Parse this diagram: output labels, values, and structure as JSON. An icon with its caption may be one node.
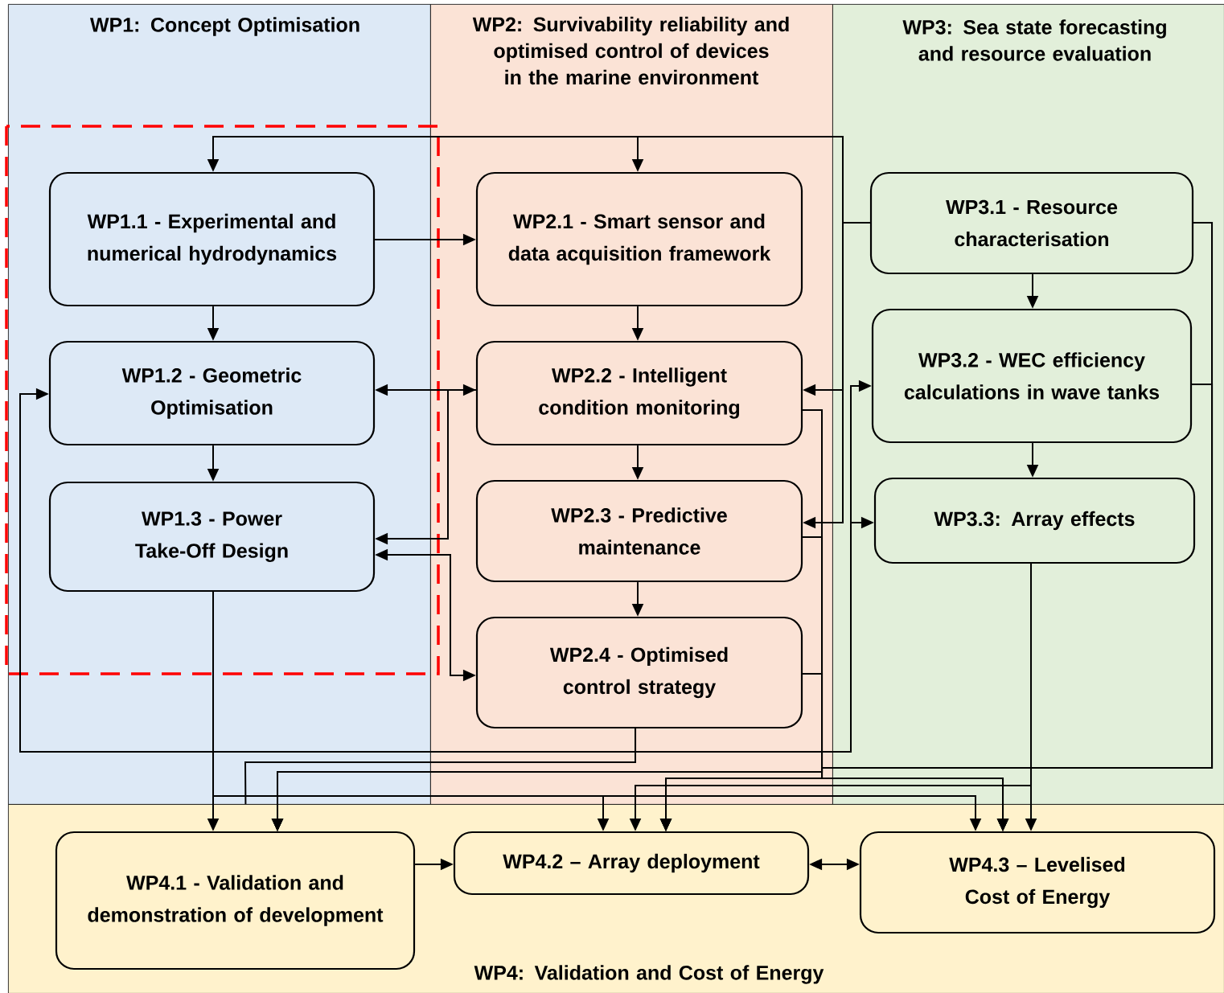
{
  "diagram": {
    "nodes": [
      {
        "text": [
          "WP1: Concept Optimisation"
        ]
      },
      {
        "text": [
          "WP2: Survivability reliability and optimised control of devices in the marine environment"
        ]
      },
      {
        "text": [
          "WP3: Sea state forecasting and resource evaluation"
        ]
      },
      {
        "text": [
          "WP4: Validation and Cost of Energy"
        ]
      },
      {
        "text": [
          "WP1.1 - Experimental and numerical hydrodynamics"
        ],
        "in": 0
      },
      {
        "text": [
          "WP1.2 - Geometric Optimisation"
        ],
        "in": 0
      },
      {
        "text": [
          "WP1.3 - Power Take-Off Design"
        ],
        "in": 0
      },
      {
        "text": [
          "WP2.1 - Smart sensor and data acquisition framework"
        ],
        "in": 1
      },
      {
        "text": [
          "WP2.2 - Intelligent condition monitoring"
        ],
        "in": 1
      },
      {
        "text": [
          "WP2.3 - Predictive maintenance"
        ],
        "in": 1
      },
      {
        "text": [
          "WP2.4 - Optimised control strategy"
        ],
        "in": 1
      },
      {
        "text": [
          "WP3.1 - Resource characterisation"
        ],
        "in": 2
      },
      {
        "text": [
          "WP3.2 - WEC efficiency calculations in wave tanks"
        ],
        "in": 2
      },
      {
        "text": [
          "WP3.3: Array effects"
        ],
        "in": 2
      },
      {
        "text": [
          "WP4.1 - Validation and demonstration of development"
        ],
        "in": 3
      },
      {
        "text": [
          "WP4.2 – Array deployment"
        ],
        "in": 3
      },
      {
        "text": [
          "WP4.3 – Levelised Cost of Energy"
        ],
        "in": 3
      }
    ],
    "edges": [
      {
        "from": 4,
        "to": 5,
        "arrow": "to"
      },
      {
        "from": 5,
        "to": 6,
        "arrow": "to"
      },
      {
        "from": 7,
        "to": 8,
        "arrow": "to"
      },
      {
        "from": 8,
        "to": 9,
        "arrow": "to"
      },
      {
        "from": 9,
        "to": 10,
        "arrow": "to"
      },
      {
        "from": 11,
        "to": 12,
        "arrow": "to"
      },
      {
        "from": 12,
        "to": 13,
        "arrow": "to"
      },
      {
        "from": 4,
        "to": 7,
        "arrow": "to"
      },
      {
        "from": 5,
        "to": 8,
        "arrow": "both"
      },
      {
        "from": 8,
        "to": 6,
        "arrow": "to"
      },
      {
        "from": 6,
        "to": 10,
        "arrow": "both"
      },
      {
        "from": 11,
        "to": 4,
        "arrow": "to"
      },
      {
        "from": 11,
        "to": 7,
        "arrow": "to"
      },
      {
        "from": 11,
        "to": 9,
        "arrow": "to"
      },
      {
        "from": 11,
        "to": 8,
        "arrow": "to"
      },
      {
        "from": 10,
        "to": 5,
        "arrow": "to"
      },
      {
        "from": 10,
        "to": 12,
        "arrow": "to"
      },
      {
        "from": 10,
        "to": 13,
        "arrow": "to"
      },
      {
        "from": 10,
        "to": 3,
        "arrow": "none"
      },
      {
        "from": 6,
        "to": 14,
        "arrow": "to"
      },
      {
        "from": 6,
        "to": 15,
        "arrow": "to"
      },
      {
        "from": 6,
        "to": 16,
        "arrow": "to"
      },
      {
        "from": 13,
        "to": 16,
        "arrow": "to"
      },
      {
        "from": 13,
        "to": 15,
        "arrow": "to"
      },
      {
        "from": 8,
        "to": 14,
        "arrow": "to"
      },
      {
        "from": 8,
        "to": 15,
        "arrow": "to"
      },
      {
        "from": 8,
        "to": 16,
        "arrow": "to"
      },
      {
        "from": 9,
        "to": 14,
        "arrow": "to"
      },
      {
        "from": 9,
        "to": 15,
        "arrow": "to"
      },
      {
        "from": 9,
        "to": 16,
        "arrow": "to"
      },
      {
        "from": 10,
        "to": 14,
        "arrow": "to"
      },
      {
        "from": 10,
        "to": 15,
        "arrow": "to"
      },
      {
        "from": 10,
        "to": 16,
        "arrow": "to"
      },
      {
        "from": 11,
        "to": 14,
        "arrow": "to"
      },
      {
        "from": 11,
        "to": 15,
        "arrow": "to"
      },
      {
        "from": 11,
        "to": 16,
        "arrow": "to"
      },
      {
        "from": 12,
        "to": 14,
        "arrow": "to"
      },
      {
        "from": 12,
        "to": 15,
        "arrow": "to"
      },
      {
        "from": 12,
        "to": 16,
        "arrow": "to"
      },
      {
        "from": 14,
        "to": 15,
        "arrow": "to"
      },
      {
        "from": 15,
        "to": 16,
        "arrow": "both"
      }
    ]
  }
}
